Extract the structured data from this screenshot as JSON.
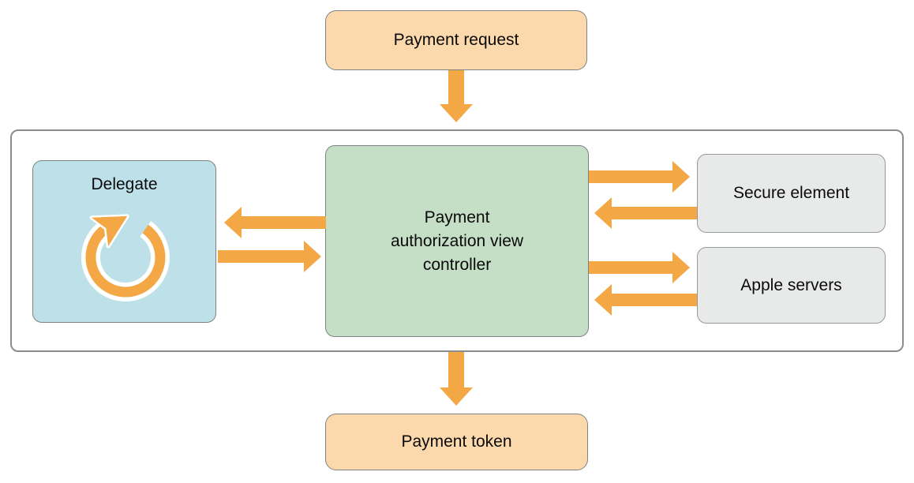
{
  "colors": {
    "arrow-orange": "#F4A845",
    "box-peach": "#FBD9AC",
    "box-blue": "#BEE0E9",
    "box-green": "#C4DFC5",
    "box-gray": "#E8E9E9",
    "border-gray": "#7F8284",
    "border-gray-light": "#96989B",
    "container-border": "#8A8C8F",
    "text": "#0A0A0A"
  },
  "nodes": {
    "payment_request": {
      "label": "Payment request"
    },
    "delegate": {
      "label": "Delegate",
      "icon": "run-loop-arrow-icon"
    },
    "payment_authorization_view_controller": {
      "label": "Payment authorization view controller"
    },
    "secure_element": {
      "label": "Secure element"
    },
    "apple_servers": {
      "label": "Apple servers"
    },
    "payment_token": {
      "label": "Payment token"
    }
  },
  "edges": [
    {
      "from": "payment_request",
      "to": "payment_authorization_view_controller",
      "direction": "down"
    },
    {
      "from": "payment_authorization_view_controller",
      "to": "delegate",
      "direction": "left"
    },
    {
      "from": "delegate",
      "to": "payment_authorization_view_controller",
      "direction": "right"
    },
    {
      "from": "payment_authorization_view_controller",
      "to": "secure_element",
      "direction": "right"
    },
    {
      "from": "secure_element",
      "to": "payment_authorization_view_controller",
      "direction": "left"
    },
    {
      "from": "payment_authorization_view_controller",
      "to": "apple_servers",
      "direction": "right"
    },
    {
      "from": "apple_servers",
      "to": "payment_authorization_view_controller",
      "direction": "left"
    },
    {
      "from": "payment_authorization_view_controller",
      "to": "payment_token",
      "direction": "down"
    }
  ]
}
